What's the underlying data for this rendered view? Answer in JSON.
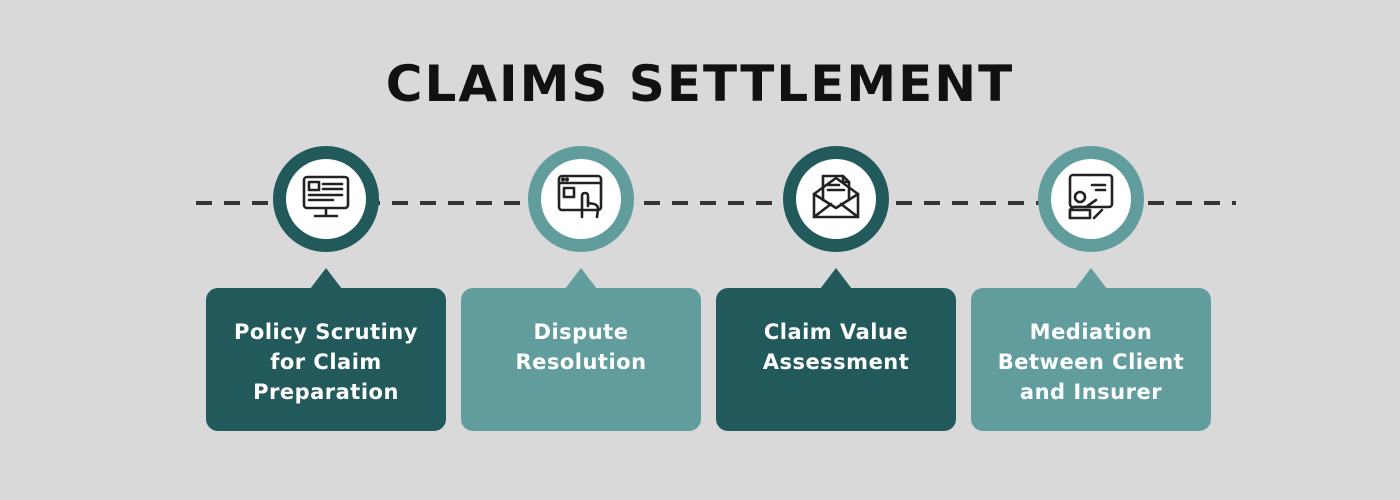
{
  "title": "CLAIMS SETTLEMENT",
  "colors": {
    "background": "#d9d9d9",
    "dark_teal": "#22595b",
    "light_teal": "#629d9e",
    "icon_stroke": "#222222"
  },
  "steps": [
    {
      "label": "Policy Scrutiny for Claim Preparation",
      "icon": "monitor-document-icon",
      "tone": "dark"
    },
    {
      "label": "Dispute Resolution",
      "icon": "touch-screen-icon",
      "tone": "light"
    },
    {
      "label": "Claim Value Assessment",
      "icon": "envelope-letter-icon",
      "tone": "dark"
    },
    {
      "label": "Mediation Between Client and Insurer",
      "icon": "presentation-person-icon",
      "tone": "light"
    }
  ]
}
